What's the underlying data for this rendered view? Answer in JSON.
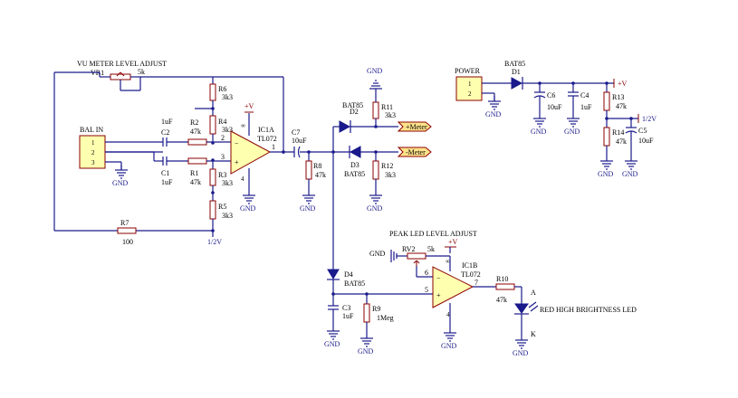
{
  "title": "VU METER LEVEL ADJUST",
  "peak_title": "PEAK LED LEVEL ADJUST",
  "connectors": {
    "bal_in": {
      "name": "BAL IN",
      "pins": [
        "1",
        "2",
        "3"
      ]
    },
    "power": {
      "name": "POWER",
      "pins": [
        "1",
        "2"
      ]
    }
  },
  "ics": {
    "ic1a": {
      "ref": "IC1A",
      "part": "TL072",
      "pins": {
        "p1": "1",
        "p2": "2",
        "p3": "3",
        "p4": "4",
        "p8": "8"
      }
    },
    "ic1b": {
      "ref": "IC1B",
      "part": "TL072",
      "pins": {
        "p5": "5",
        "p6": "6",
        "p7": "7",
        "p4": "4",
        "p8": "8"
      }
    }
  },
  "resistors": {
    "vr1": {
      "ref": "VR1",
      "value": "5k"
    },
    "r1": {
      "ref": "R1",
      "value": "47k"
    },
    "r2": {
      "ref": "R2",
      "value": "47k"
    },
    "r3": {
      "ref": "R3",
      "value": "3k3"
    },
    "r4": {
      "ref": "R4",
      "value": "3k3"
    },
    "r5": {
      "ref": "R5",
      "value": "3k3"
    },
    "r6": {
      "ref": "R6",
      "value": "3k3"
    },
    "r7": {
      "ref": "R7",
      "value": "100"
    },
    "r8": {
      "ref": "R8",
      "value": "47k"
    },
    "r9": {
      "ref": "R9",
      "value": "1Meg"
    },
    "r10": {
      "ref": "R10",
      "value": "47k"
    },
    "r11": {
      "ref": "R11",
      "value": "3k3"
    },
    "r12": {
      "ref": "R12",
      "value": "3k3"
    },
    "r13": {
      "ref": "R13",
      "value": "47k"
    },
    "r14": {
      "ref": "R14",
      "value": "47k"
    },
    "rv2": {
      "ref": "RV2",
      "value": "5k"
    }
  },
  "capacitors": {
    "c1": {
      "ref": "C1",
      "value": "1uF"
    },
    "c2": {
      "ref": "C2",
      "value": "1uF"
    },
    "c3": {
      "ref": "C3",
      "value": "1uF"
    },
    "c4": {
      "ref": "C4",
      "value": "1uF"
    },
    "c5": {
      "ref": "C5",
      "value": "10uF"
    },
    "c6": {
      "ref": "C6",
      "value": "10uF"
    },
    "c7": {
      "ref": "C7",
      "value": "10uF"
    }
  },
  "diodes": {
    "d1": {
      "ref": "D1",
      "part": "BAT85"
    },
    "d2": {
      "ref": "D2",
      "part": "BAT85"
    },
    "d3": {
      "ref": "D3",
      "part": "BAT85"
    },
    "d4": {
      "ref": "D4",
      "part": "BAT85"
    }
  },
  "led": {
    "label": "RED HIGH BRIGHTNESS LED",
    "anode": "A",
    "cathode": "K"
  },
  "nets": {
    "gnd": "GND",
    "vplus": "+V",
    "half": "1/2V",
    "meter_plus": "+Meter",
    "meter_minus": "-Meter",
    "inf": "∞"
  }
}
